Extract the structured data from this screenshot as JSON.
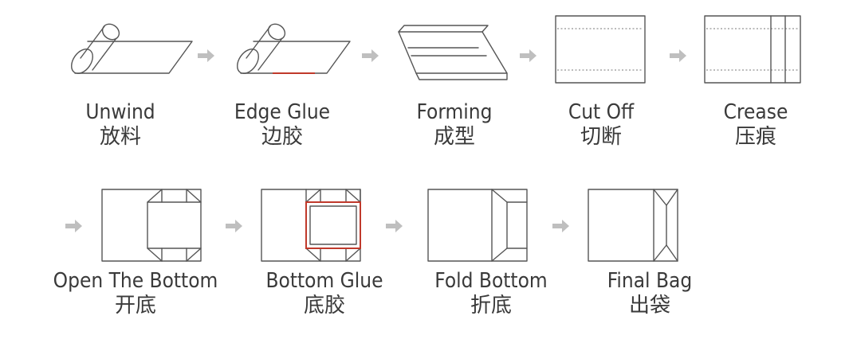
{
  "colors": {
    "line": "#555555",
    "arrow": "#bfbfbf",
    "glue": "#c0392b",
    "text": "#3a3a3a"
  },
  "steps": [
    {
      "en": "Unwind",
      "zh": "放料",
      "icon": "unwind-roll-icon"
    },
    {
      "en": "Edge Glue",
      "zh": "边胶",
      "icon": "edge-glue-roll-icon"
    },
    {
      "en": "Forming",
      "zh": "成型",
      "icon": "forming-tube-icon"
    },
    {
      "en": "Cut Off",
      "zh": "切断",
      "icon": "cut-off-sheet-icon"
    },
    {
      "en": "Crease",
      "zh": "压痕",
      "icon": "crease-sheet-icon"
    },
    {
      "en": "Open The Bottom",
      "zh": "开底",
      "icon": "open-bottom-icon"
    },
    {
      "en": "Bottom Glue",
      "zh": "底胶",
      "icon": "bottom-glue-icon"
    },
    {
      "en": "Fold Bottom",
      "zh": "折底",
      "icon": "fold-bottom-icon"
    },
    {
      "en": "Final Bag",
      "zh": "出袋",
      "icon": "final-bag-icon"
    }
  ]
}
